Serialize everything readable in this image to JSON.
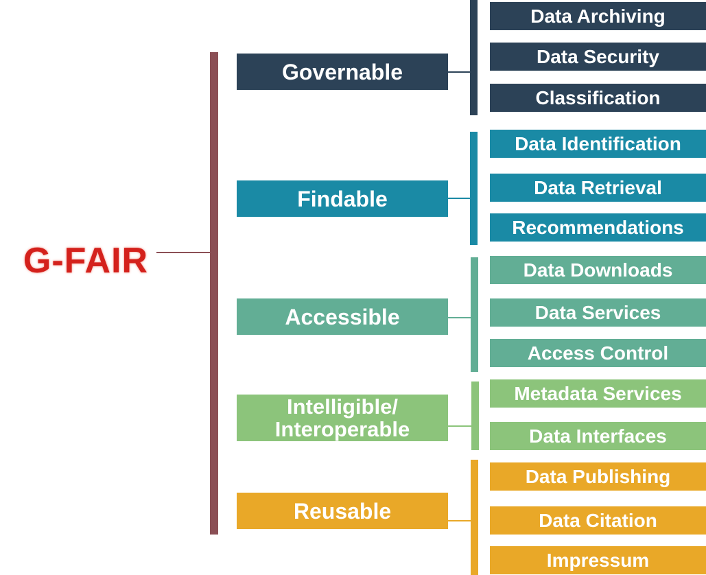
{
  "title": "G-FAIR",
  "colors": {
    "root_line": "#8b4f55",
    "title_text": "#d4211c",
    "governable": "#2c4257",
    "findable": "#1a8aa5",
    "accessible": "#62ae95",
    "interoperable": "#8cc47b",
    "reusable": "#e9a828"
  },
  "pillars": [
    {
      "label": "Governable",
      "items": [
        "Data Archiving",
        "Data Security",
        "Classification"
      ]
    },
    {
      "label": "Findable",
      "items": [
        "Data Identification",
        "Data Retrieval",
        "Recommendations"
      ]
    },
    {
      "label": "Accessible",
      "items": [
        "Data Downloads",
        "Data Services",
        "Access Control"
      ]
    },
    {
      "label_line1": "Intelligible/",
      "label_line2": "Interoperable",
      "items": [
        "Metadata Services",
        "Data Interfaces"
      ]
    },
    {
      "label": "Reusable",
      "items": [
        "Data Publishing",
        "Data Citation",
        "Impressum"
      ]
    }
  ]
}
